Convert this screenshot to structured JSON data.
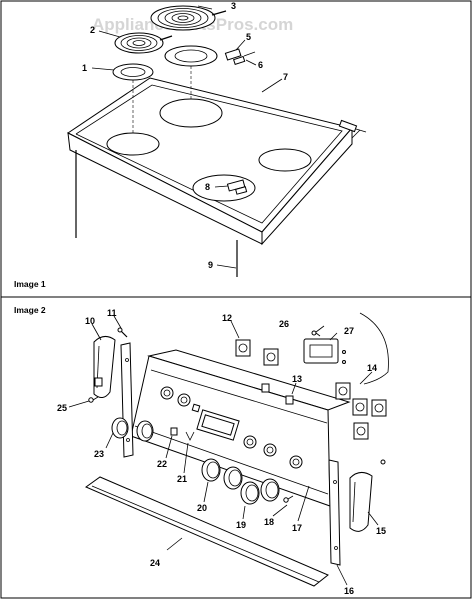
{
  "watermark": "AppliancePartsPros.com",
  "panels": {
    "top_caption": "Image 1",
    "bottom_caption": "Image 2"
  },
  "callouts": {
    "c1": "1",
    "c2": "2",
    "c3": "3",
    "c5": "5",
    "c6": "6",
    "c7": "7",
    "c8": "8",
    "c9": "9",
    "c10": "10",
    "c11": "11",
    "c12": "12",
    "c13": "13",
    "c14": "14",
    "c15": "15",
    "c16": "16",
    "c17": "17",
    "c18": "18",
    "c19": "19",
    "c20": "20",
    "c21": "21",
    "c22": "22",
    "c23": "23",
    "c24": "24",
    "c25": "25",
    "c26": "26",
    "c27": "27"
  }
}
